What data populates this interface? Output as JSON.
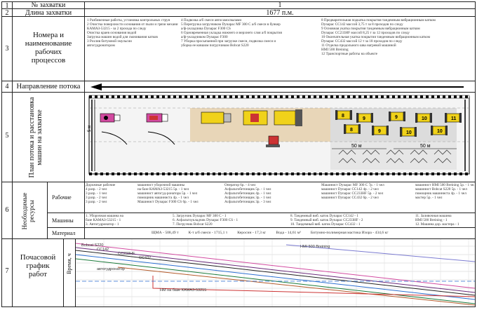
{
  "rows": {
    "r1": {
      "num": "1",
      "label": "№ захватки",
      "value": "1"
    },
    "r2": {
      "num": "2",
      "label": "Длина захватки",
      "value": "1677 п.м."
    },
    "r3": {
      "num": "3",
      "label": "Номера и наименование рабочих процессов",
      "col1": [
        "1 Разбивочные работы, установка контрольных струн",
        "2 Очистка поверхности основания от пыли и грязи механической щеткой на базе",
        "КАМАЗ-53215 - за 2 прохода по следу",
        "Очистка краев основания водой",
        "Загрузка машин водой для смачивания катков",
        "3 Розлив битумной эмульсии",
        "автогудронатором"
      ],
      "col2": [
        "4 Подвозка а/б смеси автосамосвалами",
        "5 Перегрузка загрузчиком Dynapac MF 300 С а/б смеси в бункер",
        "а/ф-укладчика Dynapac F300 CS",
        "6 Одновременная укладка нижнего и верхнего слоя а/б покрытия",
        "а/ф-укладчиком Dynapac F300",
        "7 Уборка просыпанной при загрузке смеси, подвозка смеси и",
        "уборка ее ковшом погрузчиком Bobcat S220"
      ],
      "col3": [
        "8 Предварительная подкатка покрытия тандемным вибрационным катком",
        "Dynapac CC142 массой 3,75 т за 8 проходов по следу",
        "9 Основная укатка покрытия тандемным вибрационным катком",
        "Dynapac CC233HF массой 8,25 т за 12 проходов по следу",
        "10 Окончательная укатка покрытия тандемным вибрационным катком",
        "Dynapac CC432 массой 12 т за 18 проходов по следу",
        "11 Отделка продольного шва нагрeвой машиной",
        "HMI 500 Breining",
        "12 Транспортные работы на объекте"
      ]
    },
    "r4": {
      "num": "4",
      "label": "Направление потока"
    },
    "r5": {
      "num": "5",
      "label": "План потока и расстановка машин на захватке",
      "dim1": "50 м",
      "dim2": "50 м",
      "side": "5 м"
    },
    "r6": {
      "num": "6",
      "label": "Необходимые ресурсы",
      "workers": {
        "label": "Рабочие",
        "col1": [
          "Дорожные рабочие",
          "4 разр. - 2 чел",
          "3 разр. - 1 чел",
          "3 разр. - 2 чел",
          "3 разр. - 2 чел"
        ],
        "col2": [
          "машинист уборочной машины",
          "на базе КАМАЗ-53215 5р. - 1 чел",
          "машинист автогуд-ронатора 5р. - 1 чел",
          "помощник машиниста 4р. - 1 чел",
          "Машинист Dynapac F300 CS 6р. - 1 чел"
        ],
        "col3": [
          "Оператор 6р. - 4 чел",
          "Асфальтобетонщик 5р. - 1 чел",
          "Асфальтобетонщик 4р. - 1 чел",
          "Асфальтобетонщик 3р. - 1 чел",
          "Асфальтобетонщик 3р. - 3 чел"
        ],
        "col4": [
          "Машинист Dynapac MF 300 С 7р. - 1 чел",
          "машинист Dynapac CC142 4р. - 2 чел",
          "машинист Dynapac CC233HF 5р. - 2 чел",
          "машинист Dynapac CC432 6р. - 2 чел"
        ],
        "col5": [
          "машинист HMI 500 Breining 5р. - 1 чел",
          "машинист Bobcat S220 5р. - 1 чел",
          "помощник машиниста 4р. - 1 чел",
          "мастер 5р. - 1 чел"
        ]
      },
      "machines": {
        "label": "Машины",
        "col1": [
          "1. Уборочная машина на",
          "базе КАМАЗ-53215 - 1",
          "3. Автогудронатор - 1"
        ],
        "col2": [
          "5. Загрузчик Dynapac MF 300 С - 1",
          "6. Асфальтоукладчик Dynapac F300 CS - 1",
          "7. Погрузчик Bobcat S220"
        ],
        "col3": [
          "8. Тандемный виб. каток Dynapac CC142 - 1",
          "9. Тандемный виб. каток Dynapac CC233HF - 2",
          "10. Тандемный виб. каток Dynapac CC432 - 1"
        ],
        "col4": [
          "11. Заливочная машина",
          "HMI 500 Breining - 1",
          "12. Машина дор. мастера - 1"
        ]
      },
      "materials": {
        "label": "Материал",
        "items": [
          "ЩМА - 508,49 т",
          "К-т а/б смеси - 1715,1 т",
          "Керосин - 17,3 кг",
          "Вода - 14,61 м³",
          "Битумно-полимерная мастика Изора - 434,6 кг"
        ]
      }
    },
    "r7": {
      "num": "7",
      "label": "Почасовой график работ",
      "axis": "Время, ч",
      "curve_labels": [
        "Bobcat S220",
        "CC142",
        "CC233HF",
        "CC432",
        "HMI 500 Breining",
        "автогудронатор",
        "HM на базе КАМАЗ-53215"
      ]
    }
  },
  "colors": {
    "road": "#efefef",
    "work": "#e8d6b8",
    "hot": "#d24aa0",
    "cat": "#f0d21a"
  }
}
